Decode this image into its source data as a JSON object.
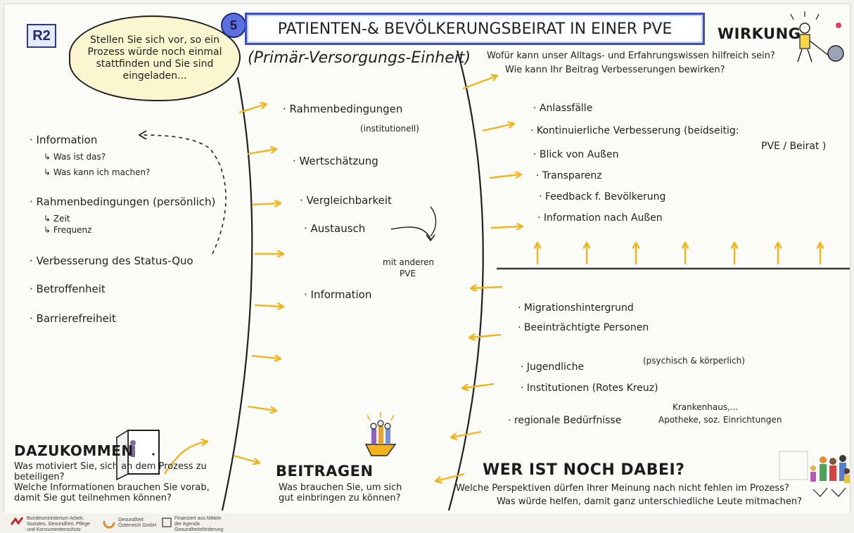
{
  "header": {
    "r2": "R2",
    "cloud_text": "Stellen Sie sich vor, so ein Prozess würde noch einmal stattfinden und Sie sind eingeladen...",
    "step_number": "5",
    "title": "PATIENTEN-& BEVÖLKERUNGSBEIRAT IN EINER PVE",
    "subtitle": "(Primär-Versorgungs-Einheit)"
  },
  "wirkung": {
    "title": "WIRKUNG",
    "question_1": "Wofür kann unser Alltags- und Erfahrungswissen hilfreich sein?",
    "question_2": "Wie kann Ihr Beitrag Verbesserungen bewirken?",
    "items": [
      "· Anlassfälle",
      "· Kontinuierliche Verbesserung (beidseitig:",
      "PVE / Beirat )",
      "· Blick von Außen",
      "· Transparenz",
      "· Feedback f. Bevölkerung",
      "· Information nach Außen"
    ]
  },
  "left_column": {
    "items": [
      "· Information",
      "↳ Was ist das?",
      "↳ Was kann ich machen?",
      "· Rahmenbedingungen (persönlich)",
      "↳ Zeit",
      "↳ Frequenz",
      "· Verbesserung des Status-Quo",
      "· Betroffenheit",
      "· Barrierefreiheit"
    ]
  },
  "middle_column": {
    "items": [
      "· Rahmenbedingungen",
      "(institutionell)",
      "· Wertschätzung",
      "· Vergleichbarkeit",
      "· Austausch",
      "mit anderen",
      "PVE",
      "· Information"
    ]
  },
  "wer_list": {
    "items": [
      "· Migrationshintergrund",
      "· Beeinträchtigte Personen",
      "(psychisch & körperlich)",
      "· Jugendliche",
      "· Institutionen (Rotes Kreuz)",
      "Krankenhaus,...",
      "Apotheke, soz. Einrichtungen",
      "· regionale Bedürfnisse"
    ]
  },
  "dazukommen": {
    "title": "DAZUKOMMEN",
    "question_1": "Was motiviert Sie, sich an dem Prozess zu beteiligen?",
    "question_2": "Welche Informationen brauchen Sie vorab,",
    "question_3": "damit Sie gut teilnehmen können?"
  },
  "beitragen": {
    "title": "BEITRAGEN",
    "question_1": "Was brauchen Sie, um sich",
    "question_2": "gut einbringen zu können?"
  },
  "wer": {
    "title": "WER IST NOCH DABEI?",
    "question_1": "Welche Perspektiven dürfen Ihrer Meinung nach nicht fehlen im Prozess?",
    "question_2": "Was würde helfen, damit ganz unterschiedliche Leute mitmachen?"
  },
  "footer": {
    "logo_1": "Bundesministerium Arbeit, Soziales, Gesundheit, Pflege und Konsumentenschutz",
    "logo_2": "Gesundheit Österreich GmbH",
    "logo_3": "Finanziert aus Mitteln der Agenda Gesundheitsförderung"
  },
  "colors": {
    "arrow": "#f3b31b",
    "frame_blue": "#3c4fc8",
    "badge_blue": "#5a6fe0",
    "cloud": "#fbf6cf",
    "ink": "#1c1c1c"
  }
}
